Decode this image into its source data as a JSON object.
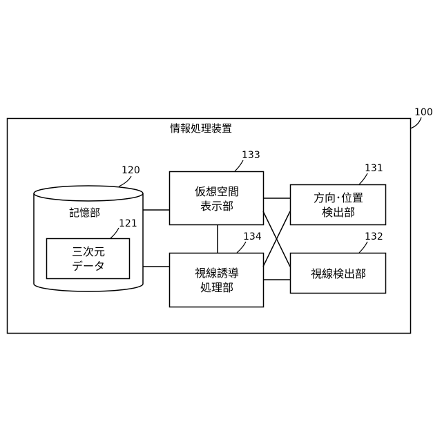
{
  "device": {
    "ref": "100",
    "title": "情報処理装置"
  },
  "storage": {
    "ref": "120",
    "label": "記憶部",
    "data_block": {
      "ref": "121",
      "line1": "三次元",
      "line2": "データ"
    }
  },
  "virtual_space_display": {
    "ref": "133",
    "line1": "仮想空間",
    "line2": "表示部"
  },
  "gaze_guidance": {
    "ref": "134",
    "line1": "視線誘導",
    "line2": "処理部"
  },
  "direction_position_detector": {
    "ref": "131",
    "line1": "方向･位置",
    "line2": "検出部"
  },
  "gaze_detector": {
    "ref": "132",
    "label": "視線検出部"
  }
}
